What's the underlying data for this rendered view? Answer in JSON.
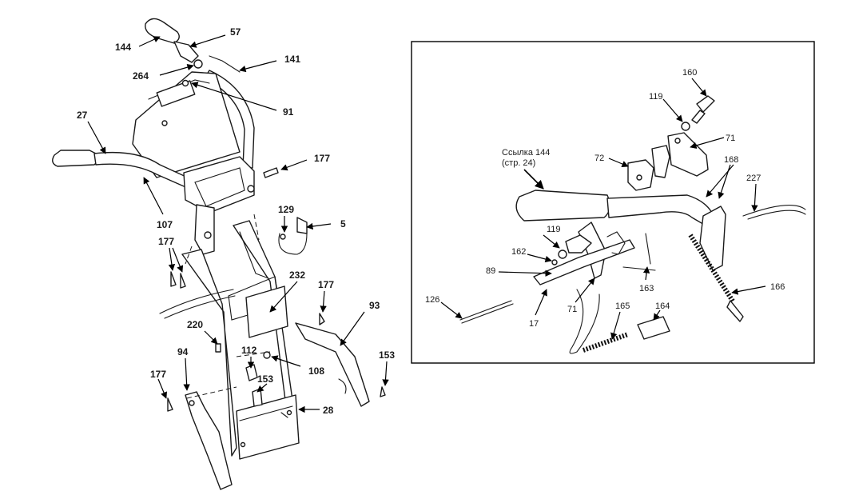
{
  "left_callouts": [
    "144",
    "57",
    "264",
    "141",
    "91",
    "27",
    "177",
    "107",
    "129",
    "5",
    "177",
    "232",
    "177",
    "93",
    "220",
    "112",
    "94",
    "108",
    "153",
    "177",
    "153",
    "28"
  ],
  "right_callouts": [
    "160",
    "119",
    "71",
    "72",
    "168",
    "227",
    "119",
    "162",
    "89",
    "126",
    "17",
    "71",
    "163",
    "165",
    "164",
    "166"
  ],
  "reference_note": [
    "Ссылка 144",
    "(стр. 24)"
  ],
  "colors": {
    "line": "#1a1a1a",
    "paper": "#ffffff",
    "frame": "#000000"
  }
}
